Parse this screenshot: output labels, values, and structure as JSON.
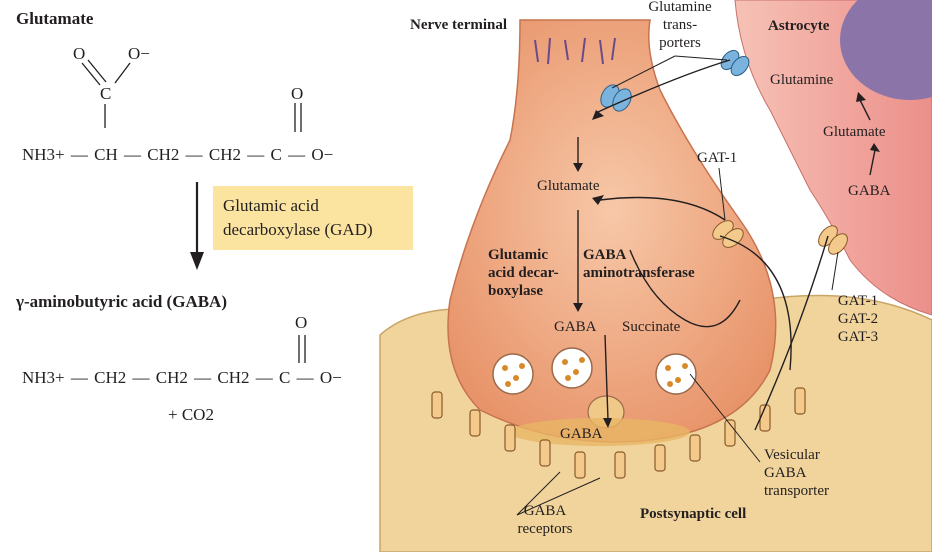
{
  "left": {
    "glutamate_title": "Glutamate",
    "glu_O_top1": "O",
    "glu_O_top2": "O−",
    "glu_C": "C",
    "glu_O_right": "O",
    "glu_chain": [
      "NH3+",
      "—",
      "CH",
      "—",
      "CH2",
      "—",
      "CH2",
      "—",
      "C",
      "—",
      "O−"
    ],
    "enzyme": "Glutamic acid decarboxylase (GAD)",
    "gaba_title": "γ-aminobutyric acid (GABA)",
    "gaba_O": "O",
    "gaba_chain": [
      "NH3+",
      "—",
      "CH2",
      "—",
      "CH2",
      "—",
      "CH2",
      "—",
      "C",
      "—",
      "O−"
    ],
    "co2": "+ CO2"
  },
  "diagram": {
    "nerve_terminal": "Nerve terminal",
    "astrocyte": "Astrocyte",
    "glutamine_transporters": "Glutamine trans- porters",
    "glutamine": "Glutamine",
    "glutamate_astro": "Glutamate",
    "gaba_astro": "GABA",
    "gat1": "GAT-1",
    "gat_list": [
      "GAT-1",
      "GAT-2",
      "GAT-3"
    ],
    "glutamate_terminal": "Glutamate",
    "gad_label": "Glutamic acid decar- boxylase",
    "gaba_t_label": "GABA aminotransferase",
    "gaba_terminal": "GABA",
    "succinate": "Succinate",
    "gaba_cleft": "GABA",
    "vesicular_transporter": "Vesicular GABA transporter",
    "gaba_receptors": "GABA receptors",
    "postsynaptic": "Postsynaptic cell"
  },
  "colors": {
    "terminal": "#efa37a",
    "astrocyte": "#f0a6a0",
    "nucleus": "#8a74a8",
    "postsynaptic": "#f0d49c",
    "transporter": "#7ab3dd",
    "gat": "#f3c98c",
    "box": "#fbe3a0"
  }
}
